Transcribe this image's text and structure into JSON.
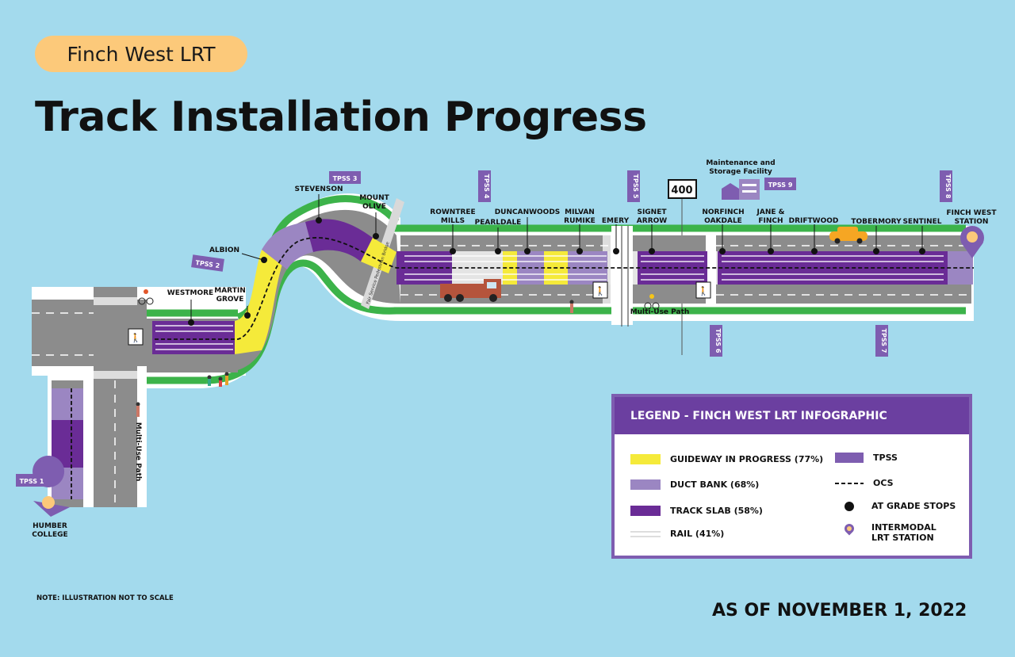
{
  "header": {
    "pill_label": "Finch West LRT",
    "title": "Track Installation Progress"
  },
  "stops": {
    "westmore": "WESTMORE",
    "martin_grove": [
      "MARTIN",
      "GROVE"
    ],
    "albion": "ALBION",
    "stevenson": "STEVENSON",
    "mount_olive": [
      "MOUNT",
      "OLIVE"
    ],
    "rowntree_mills": [
      "ROWNTREE",
      "MILLS"
    ],
    "pearldale": "PEARLDALE",
    "duncanwoods": "DUNCANWOODS",
    "milvan_rumike": [
      "MILVAN",
      "RUMIKE"
    ],
    "emery": "EMERY",
    "signet_arrow": [
      "SIGNET",
      "ARROW"
    ],
    "norfinch_oakdale": [
      "NORFINCH",
      "OAKDALE"
    ],
    "jane_finch": [
      "JANE &",
      "FINCH"
    ],
    "driftwood": "DRIFTWOOD",
    "tobermory": "TOBERMORY",
    "sentinel": "SENTINEL"
  },
  "stations": {
    "humber_college": [
      "HUMBER",
      "COLLEGE"
    ],
    "finch_west": [
      "FINCH WEST",
      "STATION"
    ]
  },
  "tpss": {
    "t1": "TPSS 1",
    "t2": "TPSS 2",
    "t3": "TPSS 3",
    "t4": "TPSS 4",
    "t5": "TPSS 5",
    "t6": "TPSS 6",
    "t7": "TPSS 7",
    "t8": "TPSS 8",
    "t9": "TPSS 9"
  },
  "other_labels": {
    "highway": "400",
    "maintenance": [
      "Maintenance and",
      "Storage Facility"
    ],
    "multi_use_path_h": "Multi-Use Path",
    "multi_use_path_v": "Multi-Use Path",
    "bridge": "Fair Service Pedestrian Bridge"
  },
  "legend": {
    "title": "LEGEND - FINCH WEST LRT INFOGRAPHIC",
    "guideway": "GUIDEWAY IN PROGRESS (77%)",
    "duct_bank": "DUCT BANK (68%)",
    "track_slab": "TRACK SLAB (58%)",
    "rail": "RAIL (41%)",
    "tpss": "TPSS",
    "ocs": "OCS",
    "at_grade": "AT GRADE STOPS",
    "intermodal": [
      "INTERMODAL",
      "LRT STATION"
    ]
  },
  "colors": {
    "background": "#a3daed",
    "road": "#8c8c8c",
    "green_strip": "#3cb34a",
    "guideway": "#f5ea3a",
    "duct_bank": "#9b86c2",
    "track_slab": "#6a2c96",
    "tpss": "#7e5db0"
  },
  "footer": {
    "note": "NOTE: ILLUSTRATION NOT TO SCALE",
    "as_of": "AS OF NOVEMBER 1, 2022"
  }
}
